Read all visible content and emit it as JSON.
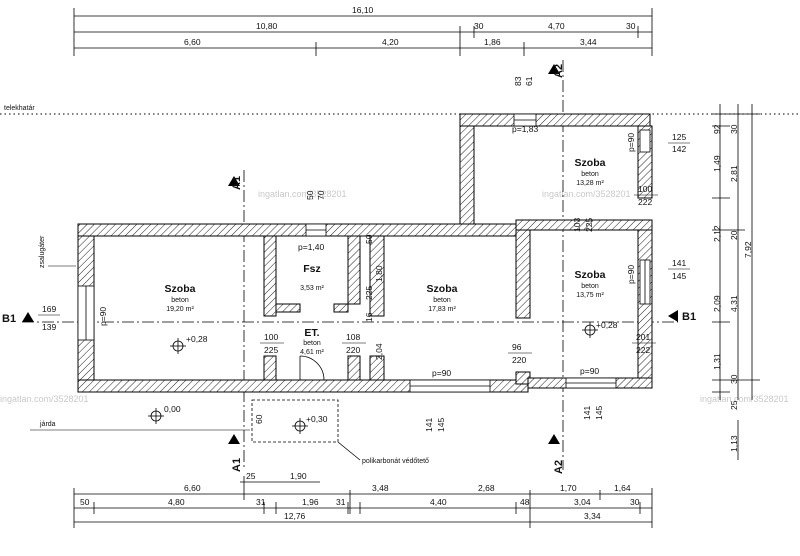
{
  "watermark": "ingatlan.com/3528201",
  "labels": {
    "telekhatar": "telekhatár",
    "zsalugater": "zsalugáter",
    "jarda": "járda",
    "polikarbonat": "polikarbonát védőtető"
  },
  "sections": {
    "a1": "A1",
    "a2": "A2",
    "b1": "B1"
  },
  "rooms": {
    "szoba1": {
      "name": "Szoba",
      "floor": "beton",
      "area": "19,20 m²"
    },
    "fsz": {
      "name": "Fsz",
      "area": "3,53 m²"
    },
    "et": {
      "name": "ET.",
      "floor": "beton",
      "area": "4,61 m²"
    },
    "szoba2": {
      "name": "Szoba",
      "floor": "beton",
      "area": "17,83 m²"
    },
    "szoba3": {
      "name": "Szoba",
      "floor": "beton",
      "area": "13,28 m²"
    },
    "szoba4": {
      "name": "Szoba",
      "floor": "beton",
      "area": "13,75 m²"
    }
  },
  "levels": {
    "l1": "+0,28",
    "l2": "+0,28",
    "l3": "0,00",
    "l4": "+0,30"
  },
  "top_dims": {
    "r1": [
      "16,10"
    ],
    "r2": [
      "10,80",
      "30",
      "4,70",
      "30"
    ],
    "r3": [
      "6,60",
      "4,20",
      "1,86",
      "3,44"
    ]
  },
  "bottom_dims": {
    "r1": [
      "25",
      "1,90"
    ],
    "r2": [
      "6,60",
      "3,48",
      "2,68",
      "1,70",
      "1,64"
    ],
    "r3": [
      "50",
      "4,80",
      "31",
      "1,96",
      "31",
      "4,40",
      "48",
      "3,04",
      "30"
    ],
    "r4": [
      "12,76",
      "3,34"
    ]
  },
  "right_dims": {
    "inner": [
      "92",
      "30",
      "1,49",
      "2,12",
      "2,09",
      "1,31",
      "30"
    ],
    "mid": [
      "2,81",
      "20",
      "4,31",
      "25"
    ],
    "outer": [
      "7,92"
    ],
    "bottom": "1,13"
  },
  "openings": {
    "o50_70": [
      "50",
      "70"
    ],
    "o83_61": [
      "83",
      "61"
    ],
    "o125_142": [
      "125",
      "142"
    ],
    "o100_222a": [
      "100",
      "222"
    ],
    "o103_225": [
      "103",
      "225"
    ],
    "o141_145a": [
      "141",
      "145"
    ],
    "o100_225": [
      "100",
      "225"
    ],
    "o108_220": [
      "108",
      "220"
    ],
    "o96_220": [
      "96",
      "220"
    ],
    "o201_222": [
      "201",
      "222"
    ],
    "o141_145b": [
      "141",
      "145"
    ],
    "o141_145c": [
      "141",
      "145"
    ],
    "o169_139": [
      "169",
      "139"
    ],
    "o50_225": [
      "50",
      "225"
    ],
    "o16_225": [
      "16",
      "225"
    ],
    "dim180": "1,80",
    "dim204": "2,04",
    "dim60": "60"
  },
  "parapets": {
    "p183": "p=1,83",
    "p140": "p=1,40",
    "p90_left": "p=90",
    "p90_top": "p=90",
    "p90_mid": "p=90",
    "p90_bottom1": "p=90",
    "p90_bottom2": "p=90"
  }
}
